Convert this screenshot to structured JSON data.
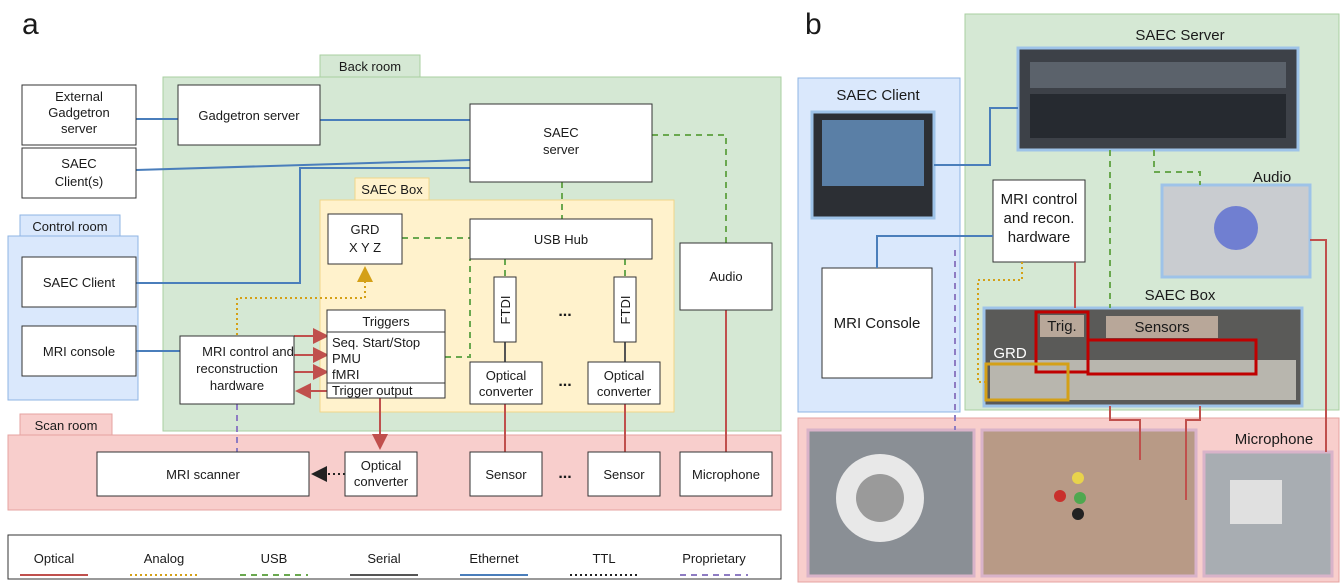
{
  "panel_a": {
    "letter": "a",
    "zones": {
      "back_room": "Back room",
      "control_room": "Control room",
      "scan_room": "Scan room",
      "saec_box": "SAEC Box"
    },
    "nodes": {
      "external_gadgetron": [
        "External",
        "Gadgetron",
        "server"
      ],
      "gadgetron_server": "Gadgetron server",
      "saec_server": [
        "SAEC",
        "server"
      ],
      "saec_clients": [
        "SAEC",
        "Client(s)"
      ],
      "saec_client": "SAEC Client",
      "mri_console": "MRI console",
      "grd": [
        "GRD",
        "X Y Z"
      ],
      "usb_hub": "USB Hub",
      "ftdi": "FTDI",
      "ellipsis": "...",
      "audio": "Audio",
      "triggers_title": "Triggers",
      "triggers_items": [
        "Seq. Start/Stop",
        "PMU",
        "fMRI"
      ],
      "trigger_output": "Trigger output",
      "mri_control": [
        "MRI control and",
        "reconstruction",
        "hardware"
      ],
      "optical_converter": [
        "Optical",
        "converter"
      ],
      "mri_scanner": "MRI scanner",
      "sensor": "Sensor",
      "microphone": "Microphone"
    },
    "legend": [
      {
        "label": "Optical",
        "color": "#c0504d",
        "style": "solid"
      },
      {
        "label": "Analog",
        "color": "#d4a017",
        "style": "dotted"
      },
      {
        "label": "USB",
        "color": "#6aa84f",
        "style": "dashed"
      },
      {
        "label": "Serial",
        "color": "#555555",
        "style": "solid"
      },
      {
        "label": "Ethernet",
        "color": "#4a7ebb",
        "style": "solid"
      },
      {
        "label": "TTL",
        "color": "#222222",
        "style": "dotted"
      },
      {
        "label": "Proprietary",
        "color": "#8e7cc3",
        "style": "dashed"
      }
    ]
  },
  "panel_b": {
    "letter": "b",
    "labels": {
      "saec_server": "SAEC Server",
      "saec_client": "SAEC Client",
      "audio": "Audio",
      "mri_control": [
        "MRI control",
        "and recon.",
        "hardware"
      ],
      "mri_console": "MRI Console",
      "saec_box": "SAEC Box",
      "trig": "Trig.",
      "sensors": "Sensors",
      "grd": "GRD",
      "microphone": "Microphone"
    }
  },
  "colors": {
    "back_room": "#d5e8d4",
    "control_room": "#dae8fc",
    "scan_room": "#f8cecc",
    "saec_box": "#fff2cc",
    "optical": "#c0504d",
    "analog": "#d4a017",
    "usb": "#6aa84f",
    "ethernet": "#4a7ebb",
    "proprietary": "#8e7cc3"
  }
}
